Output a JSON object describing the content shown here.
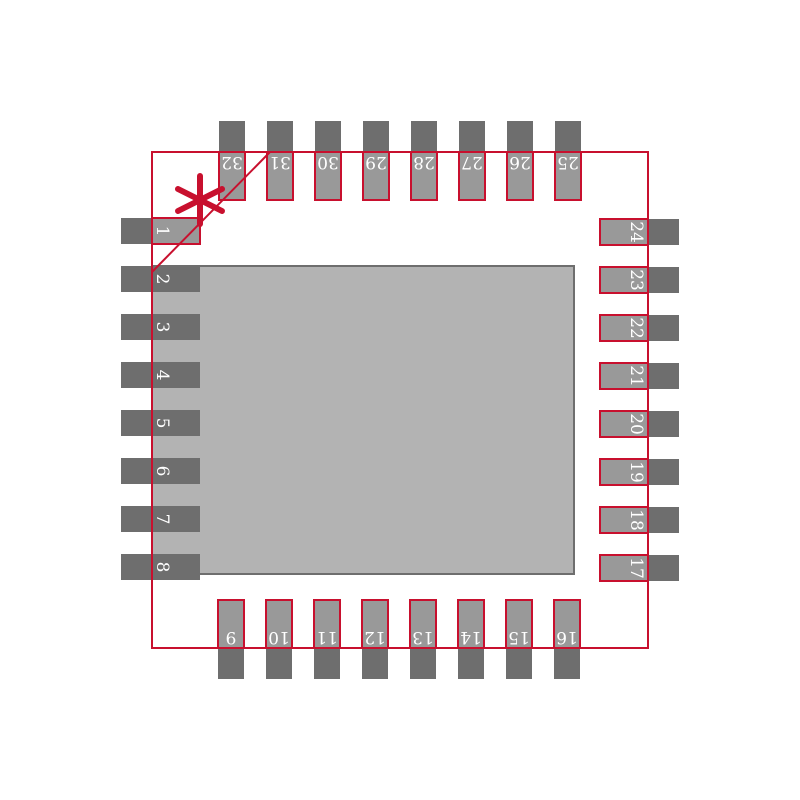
{
  "footprint": {
    "colors": {
      "background": "#ffffff",
      "pad_fill": "#999999",
      "lead_fill": "#6e6e6e",
      "outline": "#c8102e",
      "body_fill": "#b3b3b3",
      "body_stroke": "#6e6e6e",
      "label_text": "#ffffff"
    },
    "pin1_marker": "asterisk-icon",
    "pins": {
      "left": [
        "1",
        "2",
        "3",
        "4",
        "5",
        "6",
        "7",
        "8"
      ],
      "bottom": [
        "9",
        "10",
        "11",
        "12",
        "13",
        "14",
        "15",
        "16"
      ],
      "right": [
        "17",
        "18",
        "19",
        "20",
        "21",
        "22",
        "23",
        "24"
      ],
      "top": [
        "25",
        "26",
        "27",
        "28",
        "29",
        "30",
        "31",
        "32"
      ]
    }
  }
}
